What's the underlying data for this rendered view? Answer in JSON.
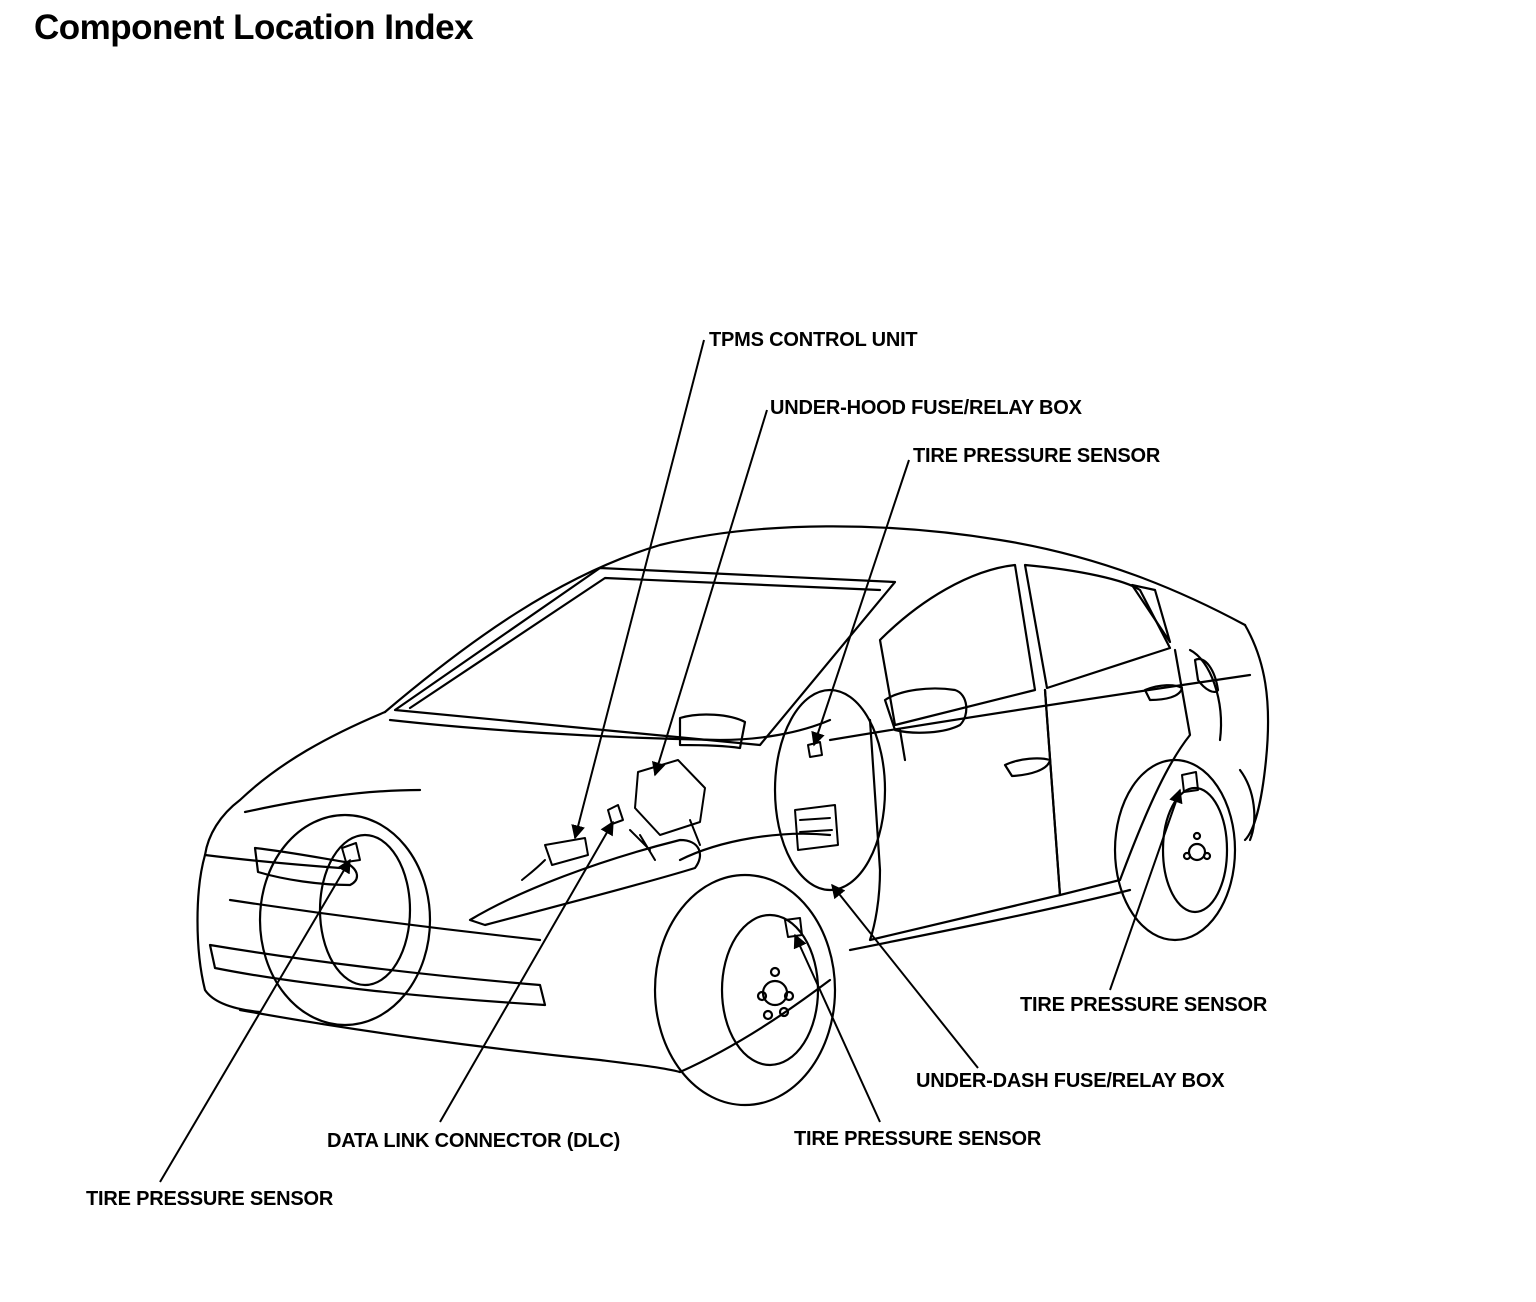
{
  "title": "Component Location Index",
  "labels": {
    "tpms_control_unit": "TPMS CONTROL UNIT",
    "under_hood_fuse_relay_box": "UNDER-HOOD FUSE/RELAY BOX",
    "tire_pressure_sensor_front_right": "TIRE PRESSURE SENSOR",
    "tire_pressure_sensor_rear_left": "TIRE PRESSURE SENSOR",
    "under_dash_fuse_relay_box": "UNDER-DASH FUSE/RELAY BOX",
    "tire_pressure_sensor_front_left": "TIRE PRESSURE SENSOR",
    "data_link_connector": "DATA LINK CONNECTOR (DLC)",
    "tire_pressure_sensor_front_right_wheel": "TIRE PRESSURE SENSOR"
  }
}
